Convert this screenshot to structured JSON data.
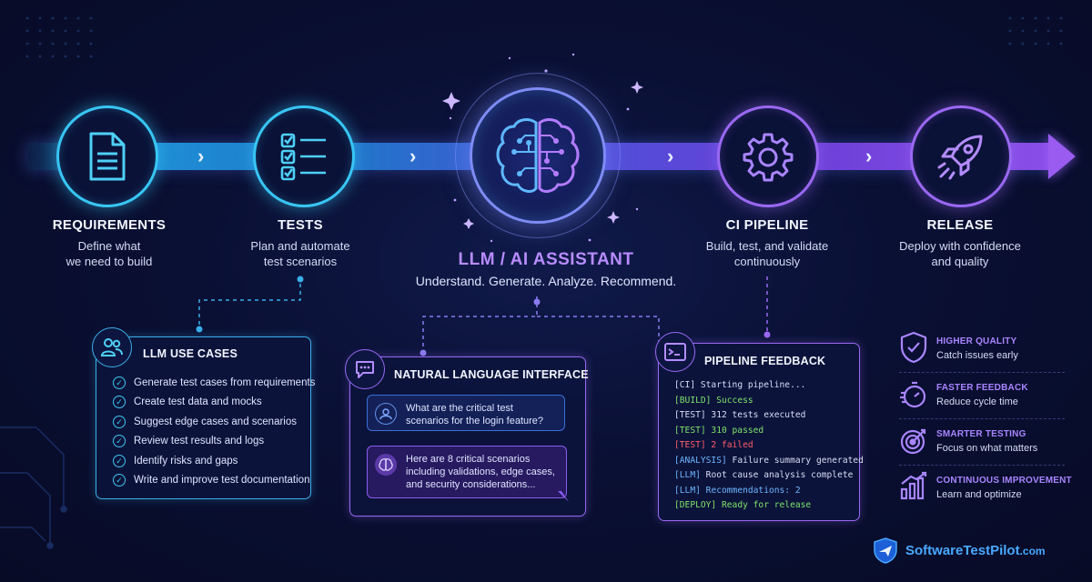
{
  "stages": [
    {
      "title": "REQUIREMENTS",
      "desc1": "Define what",
      "desc2": "we need to build",
      "icon": "document-icon"
    },
    {
      "title": "TESTS",
      "desc1": "Plan and automate",
      "desc2": "test scenarios",
      "icon": "checklist-icon"
    },
    {
      "title": "CI PIPELINE",
      "desc1": "Build, test, and validate",
      "desc2": "continuously",
      "icon": "gear-icon"
    },
    {
      "title": "RELEASE",
      "desc1": "Deploy with confidence",
      "desc2": "and quality",
      "icon": "rocket-icon"
    }
  ],
  "center": {
    "title": "LLM / AI ASSISTANT",
    "subtitle": "Understand. Generate. Analyze. Recommend.",
    "icon": "brain-icon"
  },
  "use_cases": {
    "title": "LLM USE CASES",
    "items": [
      "Generate test cases from requirements",
      "Create test data and mocks",
      "Suggest edge cases and scenarios",
      "Review test results and logs",
      "Identify risks and gaps",
      "Write and improve test documentation"
    ]
  },
  "nli": {
    "title": "NATURAL LANGUAGE INTERFACE",
    "user_msg": "What are the critical test scenarios for the login feature?",
    "ai_msg": "Here are 8 critical scenarios including validations, edge cases, and security considerations..."
  },
  "pipeline_feedback": {
    "title": "PIPELINE FEEDBACK",
    "logs": [
      {
        "tag": "[CI]",
        "text": " Starting pipeline...",
        "color": "#d8def5"
      },
      {
        "tag": "[BUILD]",
        "text": " Success",
        "color": "#7fe36a"
      },
      {
        "tag": "[TEST]",
        "text": " 312 tests executed",
        "color": "#d8def5"
      },
      {
        "tag": "[TEST]",
        "text": " 310 passed",
        "color": "#7fe36a"
      },
      {
        "tag": "[TEST]",
        "text": " 2 failed",
        "color": "#ff5d6a"
      },
      {
        "tag": "[ANALYSIS]",
        "text": " Failure summary generated",
        "color": "#d8def5",
        "tagColor": "#6fb6ff"
      },
      {
        "tag": "[LLM]",
        "text": " Root cause analysis complete",
        "color": "#d8def5",
        "tagColor": "#6fb6ff"
      },
      {
        "tag": "[LLM]",
        "text": " Recommendations: 2",
        "color": "#6fb6ff"
      },
      {
        "tag": "[DEPLOY]",
        "text": " Ready for release",
        "color": "#7fe36a"
      }
    ]
  },
  "benefits": [
    {
      "title": "HIGHER QUALITY",
      "desc": "Catch issues early",
      "icon": "shield-check-icon"
    },
    {
      "title": "FASTER FEEDBACK",
      "desc": "Reduce cycle time",
      "icon": "stopwatch-icon"
    },
    {
      "title": "SMARTER TESTING",
      "desc": "Focus on what matters",
      "icon": "target-icon"
    },
    {
      "title": "CONTINUOUS IMPROVEMENT",
      "desc": "Learn and optimize",
      "icon": "growth-chart-icon"
    }
  ],
  "brand": {
    "name": "SoftwareTestPilot",
    "tld": ".com",
    "icon": "shield-plane-icon"
  },
  "colors": {
    "cyan": "#38c6f4",
    "violet": "#9a68f2",
    "background": "#0a1034",
    "pass": "#7fe36a",
    "fail": "#ff5d6a"
  }
}
